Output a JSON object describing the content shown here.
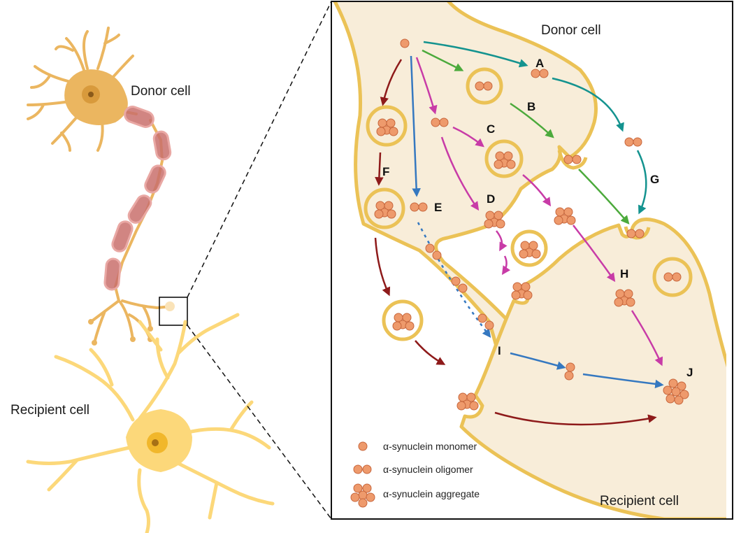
{
  "left_panel": {
    "donor_label": "Donor cell",
    "recipient_label": "Recipient cell"
  },
  "zoom_panel": {
    "donor_label": "Donor cell",
    "recipient_label": "Recipient cell",
    "steps": [
      "A",
      "B",
      "C",
      "D",
      "E",
      "F",
      "G",
      "H",
      "I",
      "J"
    ]
  },
  "legend": {
    "monomer": "α-synuclein monomer",
    "oligomer": "α-synuclein oligomer",
    "aggregate": "α-synuclein aggregate"
  },
  "colors": {
    "cytoplasm": "#f8edd9",
    "membrane": "#ebc256",
    "donor_neuron": "#ebb660",
    "recipient_neuron": "#fcd87a",
    "myelin": "#c9706c",
    "protein": "#ee9a6c",
    "arrow_dark_red": "#8e1a1a",
    "arrow_pink": "#c83ba7",
    "arrow_blue": "#3578c0",
    "arrow_green": "#4caa3c",
    "arrow_teal": "#14938f"
  }
}
